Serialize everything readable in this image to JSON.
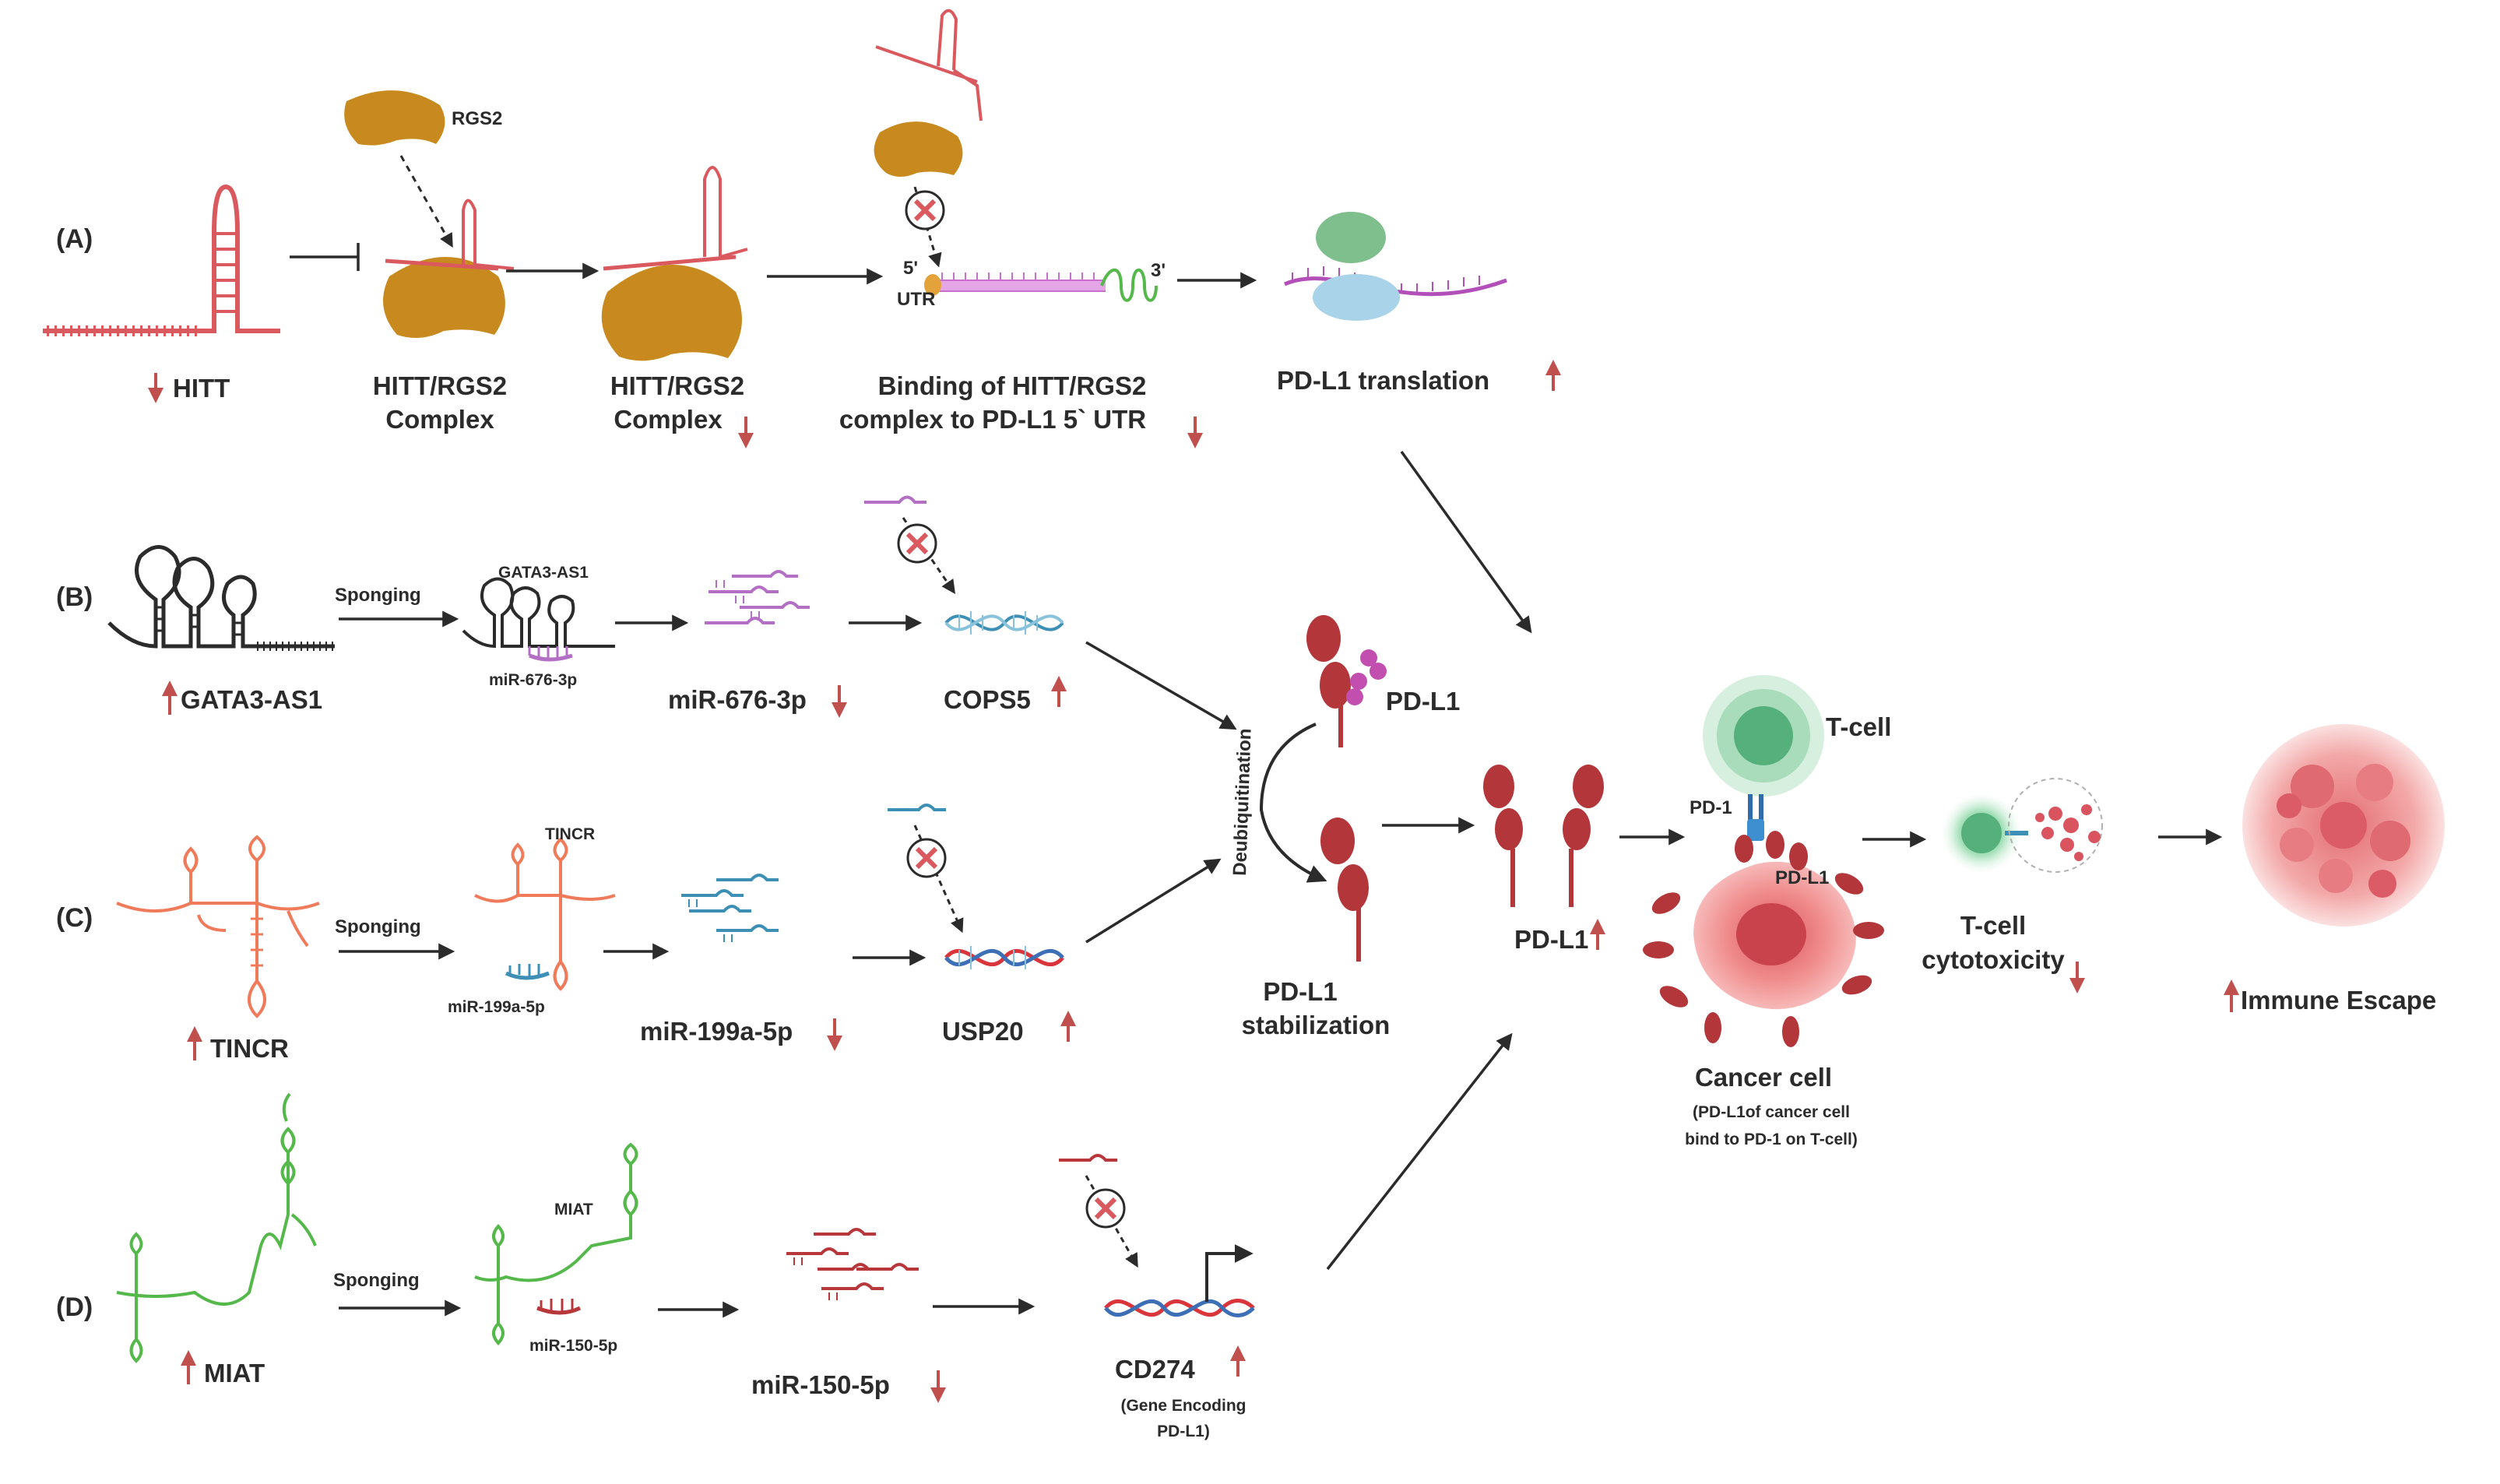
{
  "panels": {
    "A": {
      "label": "(A)",
      "hitt": "HITT",
      "rgs2": "RGS2",
      "complex1_line1": "HITT/RGS2",
      "complex1_line2": "Complex",
      "complex2_line1": "HITT/RGS2",
      "complex2_line2": "Complex",
      "five_prime": "5'",
      "utr": "UTR",
      "three_prime": "3'",
      "binding_line1": "Binding of HITT/RGS2",
      "binding_line2": "complex to PD-L1 5` UTR",
      "translation": "PD-L1 translation"
    },
    "B": {
      "label": "(B)",
      "lnc": "GATA3-AS1",
      "sponging": "Sponging",
      "lnc_small": "GATA3-AS1",
      "mir_small": "miR-676-3p",
      "mir": "miR-676-3p",
      "target": "COPS5"
    },
    "C": {
      "label": "(C)",
      "lnc": "TINCR",
      "sponging": "Sponging",
      "lnc_small": "TINCR",
      "mir_small": "miR-199a-5p",
      "mir": "miR-199a-5p",
      "target": "USP20"
    },
    "D": {
      "label": "(D)",
      "lnc": "MIAT",
      "sponging": "Sponging",
      "lnc_small": "MIAT",
      "mir_small": "miR-150-5p",
      "mir": "miR-150-5p",
      "target": "CD274",
      "target_note_line1": "(Gene Encoding",
      "target_note_line2": "PD-L1)"
    }
  },
  "center": {
    "pdl1_top": "PD-L1",
    "deubiquitination": "Deubiquitination",
    "stabilization_line1": "PD-L1",
    "stabilization_line2": "stabilization",
    "pdl1_up": "PD-L1"
  },
  "right": {
    "tcell": "T-cell",
    "pd1": "PD-1",
    "pdl1": "PD-L1",
    "cancer_cell": "Cancer cell",
    "cancer_note_line1": "(PD-L1of cancer cell",
    "cancer_note_line2": "bind to PD-1 on T-cell)",
    "cytotox_line1": "T-cell",
    "cytotox_line2": "cytotoxicity",
    "immune_escape": "Immune Escape"
  },
  "colors": {
    "hitt": "#d9595e",
    "rgs2": "#c88a1e",
    "gata3": "#3a3a3a",
    "mir676": "#b36fc4",
    "tincr": "#ef7b5b",
    "mir199": "#3d8fb6",
    "miat": "#55b84b",
    "mir150": "#b8373a",
    "pdl1": "#b3373a",
    "pdl1_pink": "#c24fb0",
    "tcell": "#5cba83",
    "cancer": "#ef8c8c",
    "arrow_up": "#c0504d"
  }
}
